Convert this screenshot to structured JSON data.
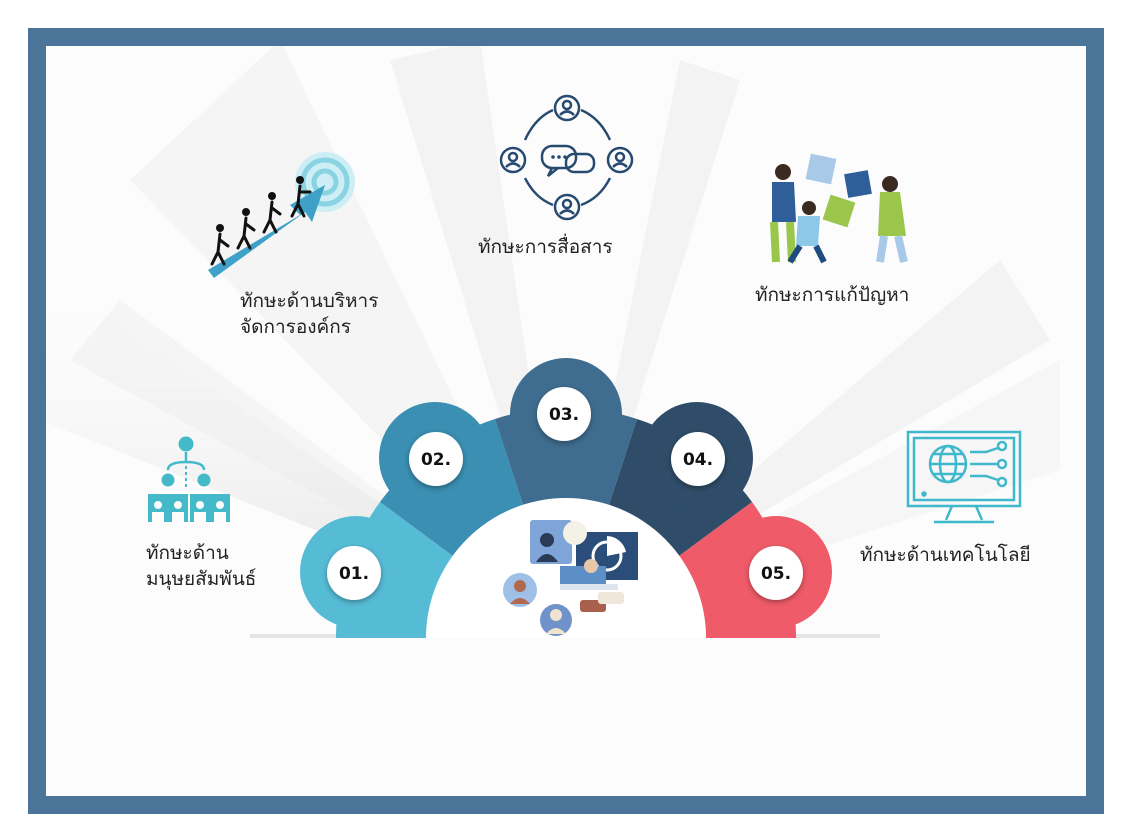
{
  "colors": {
    "frame": "#4a7598",
    "segment_1": "#56bcd6",
    "segment_2": "#3a8fb2",
    "segment_3": "#3f6d8f",
    "segment_4": "#2f4d68",
    "segment_5": "#ef5b68"
  },
  "skills": [
    {
      "number": "01.",
      "label_lines": [
        "ทักษะด้าน",
        "มนุษยสัมพันธ์"
      ],
      "icon": "hierarchy-people-icon"
    },
    {
      "number": "02.",
      "label_lines": [
        "ทักษะด้านบริหาร",
        "จัดการองค์กร"
      ],
      "icon": "businessmen-climbing-arrow-to-target-icon"
    },
    {
      "number": "03.",
      "label_lines": [
        "ทักษะการสื่อสาร"
      ],
      "icon": "communication-cycle-icon"
    },
    {
      "number": "04.",
      "label_lines": [
        "ทักษะการแก้ปัญหา"
      ],
      "icon": "people-puzzle-pieces-icon"
    },
    {
      "number": "05.",
      "label_lines": [
        "ทักษะด้านเทคโนโลยี"
      ],
      "icon": "computer-globe-network-icon"
    }
  ],
  "center_icon": "video-conference-icon"
}
